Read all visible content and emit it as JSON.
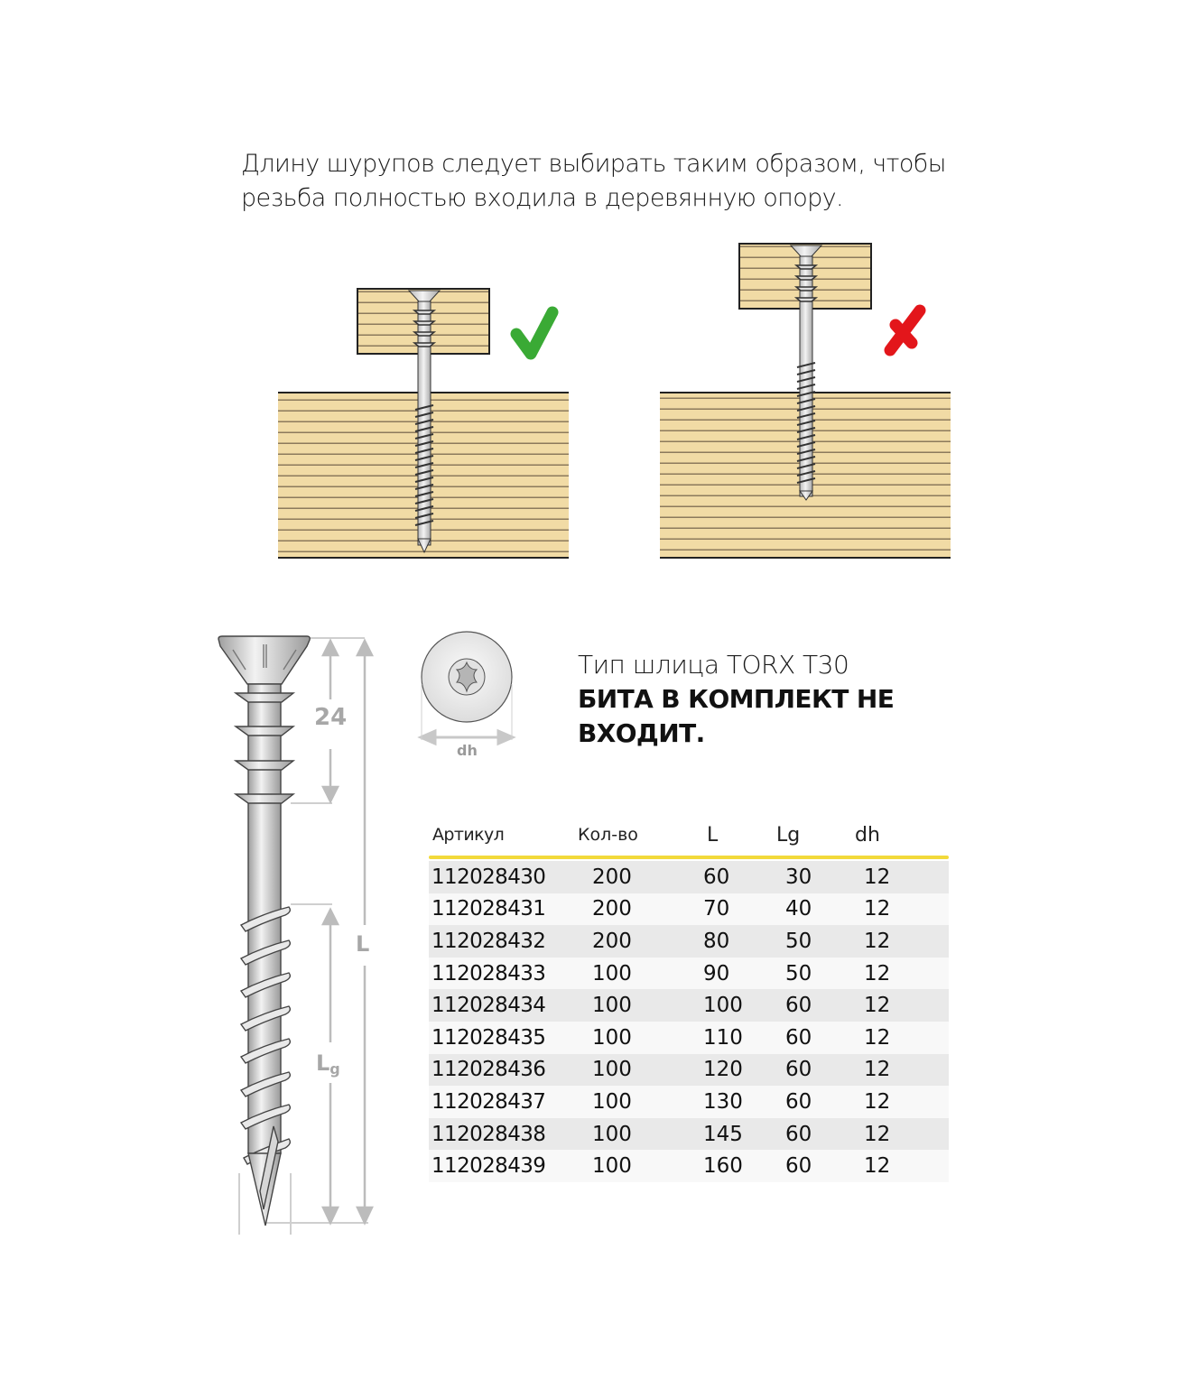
{
  "intro": {
    "line1": "Длину шурупов следует выбирать таким образом, чтобы",
    "line2": "резьба полностью входила в деревянную опору."
  },
  "illustrations": {
    "correct": {
      "mark": "check-mark",
      "mark_color": "#3aaa35"
    },
    "incorrect": {
      "mark": "cross-mark",
      "mark_color": "#e3161b"
    },
    "wood_color": "#f1dba5",
    "wood_line_color": "#8c7a5c"
  },
  "screw_diagram": {
    "head_thread_length": "24",
    "total_length_label": "L",
    "thread_length_label": "L",
    "thread_length_sub": "g"
  },
  "head_view": {
    "diameter_label": "dh"
  },
  "torx": {
    "type_line": "Тип шлица TORX T30",
    "warning": "БИТА В КОМПЛЕКТ НЕ ВХОДИТ."
  },
  "table": {
    "accent_color": "#f2d93b",
    "headers": {
      "article": "Артикул",
      "qty": "Кол-во",
      "l": "L",
      "lg": "Lg",
      "dh": "dh"
    },
    "rows": [
      {
        "article": "112028430",
        "qty": "200",
        "l": "60",
        "lg": "30",
        "dh": "12"
      },
      {
        "article": "112028431",
        "qty": "200",
        "l": "70",
        "lg": "40",
        "dh": "12"
      },
      {
        "article": "112028432",
        "qty": "200",
        "l": "80",
        "lg": "50",
        "dh": "12"
      },
      {
        "article": "112028433",
        "qty": "100",
        "l": "90",
        "lg": "50",
        "dh": "12"
      },
      {
        "article": "112028434",
        "qty": "100",
        "l": "100",
        "lg": "60",
        "dh": "12"
      },
      {
        "article": "112028435",
        "qty": "100",
        "l": "110",
        "lg": "60",
        "dh": "12"
      },
      {
        "article": "112028436",
        "qty": "100",
        "l": "120",
        "lg": "60",
        "dh": "12"
      },
      {
        "article": "112028437",
        "qty": "100",
        "l": "130",
        "lg": "60",
        "dh": "12"
      },
      {
        "article": "112028438",
        "qty": "100",
        "l": "145",
        "lg": "60",
        "dh": "12"
      },
      {
        "article": "112028439",
        "qty": "100",
        "l": "160",
        "lg": "60",
        "dh": "12"
      }
    ]
  }
}
